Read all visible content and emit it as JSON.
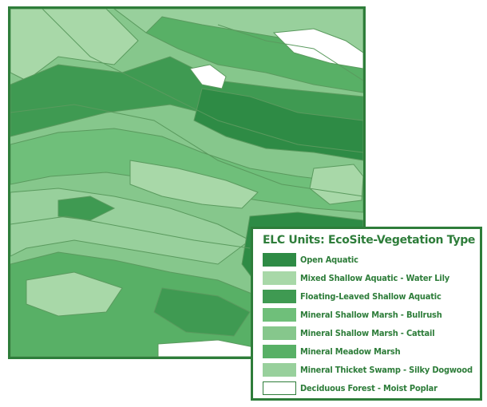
{
  "legend": {
    "title": "ELC Units: EcoSite-Vegetation Type",
    "items": [
      {
        "label": "Open Aquatic",
        "color": "#2e8b45"
      },
      {
        "label": "Mixed Shallow Aquatic - Water Lily",
        "color": "#a8d8a8"
      },
      {
        "label": "Floating-Leaved Shallow Aquatic",
        "color": "#3f9a52"
      },
      {
        "label": "Mineral Shallow Marsh - Bullrush",
        "color": "#6fbf7a"
      },
      {
        "label": "Mineral Shallow Marsh - Cattail",
        "color": "#86c78c"
      },
      {
        "label": "Mineral Meadow Marsh",
        "color": "#58b066"
      },
      {
        "label": "Mineral Thicket Swamp - Silky Dogwood",
        "color": "#98d09c"
      },
      {
        "label": "Deciduous Forest - Moist Poplar",
        "color": "#ffffff"
      }
    ]
  },
  "colors": {
    "frame": "#2e7d3a",
    "boundary": "#5a9a5e"
  }
}
